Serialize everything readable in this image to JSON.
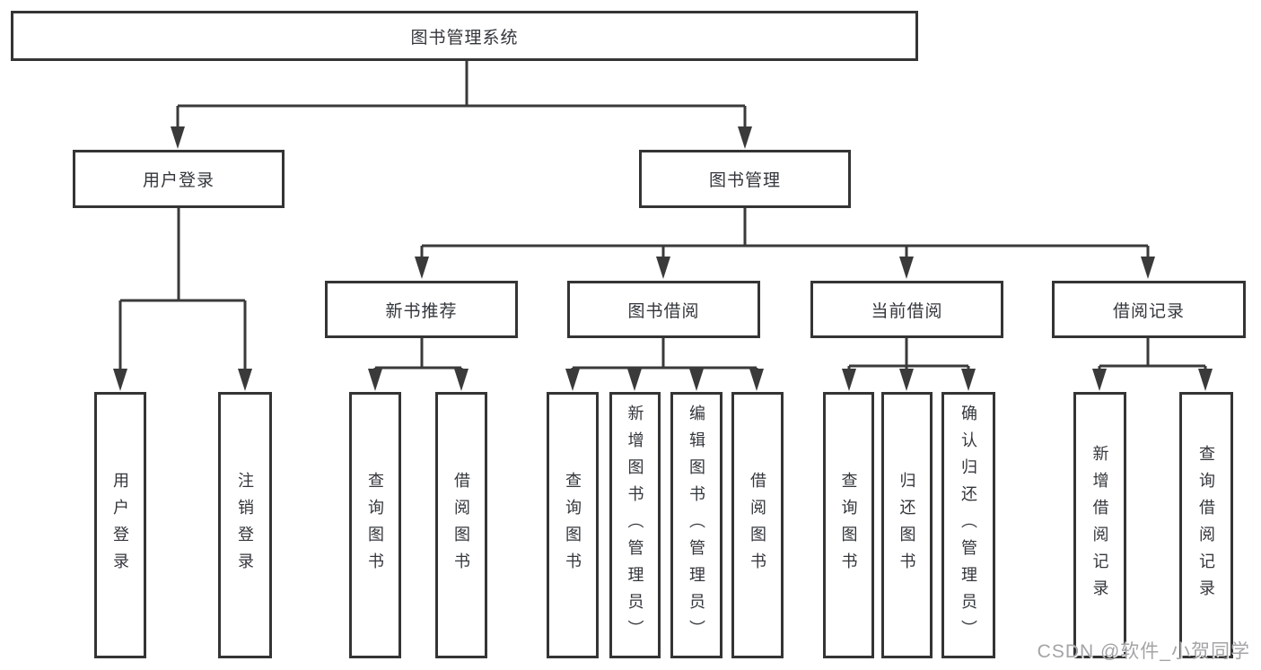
{
  "tree": {
    "label": "图书管理系统",
    "children": [
      {
        "label": "用户登录",
        "children": [
          {
            "label": "用户登录"
          },
          {
            "label": "注销登录"
          }
        ]
      },
      {
        "label": "图书管理",
        "children": [
          {
            "label": "新书推荐",
            "children": [
              {
                "label": "查询图书"
              },
              {
                "label": "借阅图书"
              }
            ]
          },
          {
            "label": "图书借阅",
            "children": [
              {
                "label": "查询图书"
              },
              {
                "label": "新增图书（管理员）"
              },
              {
                "label": "编辑图书（管理员）"
              },
              {
                "label": "借阅图书"
              }
            ]
          },
          {
            "label": "当前借阅",
            "children": [
              {
                "label": "查询图书"
              },
              {
                "label": "归还图书"
              },
              {
                "label": "确认归还（管理员）"
              }
            ]
          },
          {
            "label": "借阅记录",
            "children": [
              {
                "label": "新增借阅记录"
              },
              {
                "label": "查询借阅记录"
              }
            ]
          }
        ]
      }
    ]
  },
  "watermark": {
    "text": "CSDN @软件_小贺同学"
  },
  "colors": {
    "line": "#3a3a3a",
    "box_border": "#343434",
    "text": "#33363b",
    "watermark": "#a4a4a7",
    "background": "#ffffff"
  }
}
